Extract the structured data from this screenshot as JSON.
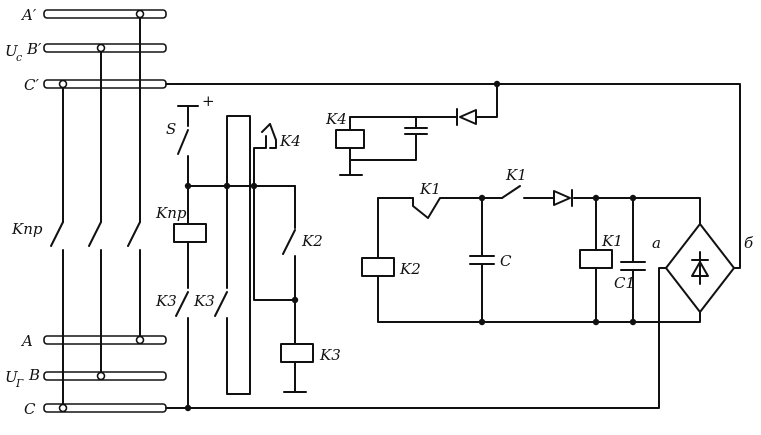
{
  "labels": {
    "a_prime": "A′",
    "b_prime": "B′",
    "c_prime": "C′",
    "uc_u": "U",
    "uc_sub": "c",
    "a": "A",
    "b": "B",
    "c": "C",
    "ut_u": "U",
    "ut_sub": "Г",
    "kpr_main": "Kпр",
    "s": "S",
    "plus": "+",
    "k4_contact": "K4",
    "kpr_coil": "Kпр",
    "k3_a": "K3",
    "k3_b": "K3",
    "k2_contact": "K2",
    "k3_coil": "K3",
    "k4_coil": "K4",
    "k1_contact_a": "K1",
    "k1_contact_b": "K1",
    "k2_coil": "K2",
    "cap_c": "C",
    "k1_coil": "K1",
    "cap_c1": "C1",
    "node_a": "a",
    "node_b": "б"
  }
}
